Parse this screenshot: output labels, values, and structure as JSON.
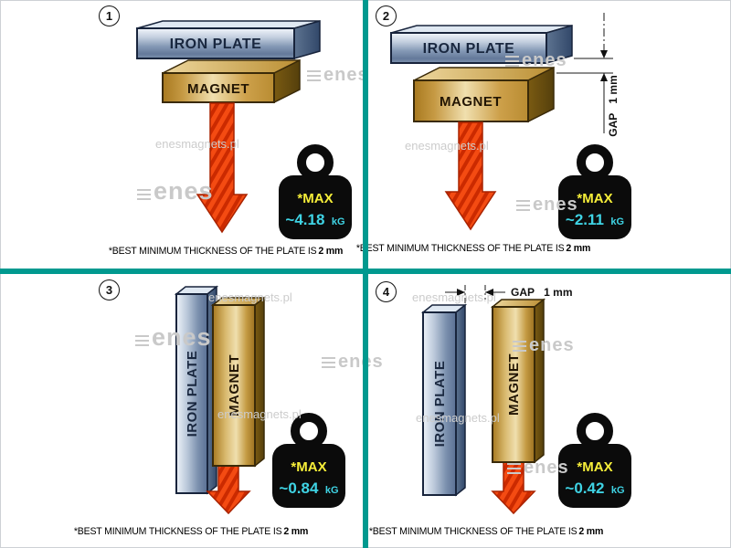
{
  "brand": {
    "logo_text": "enes",
    "site_text": "enesmagnets.pl"
  },
  "colors": {
    "divider_teal": "#00998f",
    "max_yellow": "#f6ee39",
    "value_cyan": "#3fd3e4",
    "arrow_red": "#e03c12",
    "weight_black": "#0b0b0b"
  },
  "panels": [
    {
      "number": "1",
      "iron_plate_label": "IRON PLATE",
      "magnet_label": "MAGNET",
      "max_label": "*MAX",
      "max_value": "~4.18",
      "max_unit": "kG",
      "caption_text": "*BEST MINIMUM THICKNESS OF THE PLATE IS",
      "caption_bold": "2 mm"
    },
    {
      "number": "2",
      "iron_plate_label": "IRON PLATE",
      "magnet_label": "MAGNET",
      "gap_label": "GAP",
      "gap_value": "1 mm",
      "max_label": "*MAX",
      "max_value": "~2.11",
      "max_unit": "kG",
      "caption_text": "*BEST MINIMUM THICKNESS OF THE PLATE IS",
      "caption_bold": "2 mm"
    },
    {
      "number": "3",
      "iron_plate_label": "IRON PLATE",
      "magnet_label": "MAGNET",
      "max_label": "*MAX",
      "max_value": "~0.84",
      "max_unit": "kG",
      "caption_text": "*BEST MINIMUM THICKNESS OF THE PLATE IS",
      "caption_bold": "2 mm"
    },
    {
      "number": "4",
      "iron_plate_label": "IRON PLATE",
      "magnet_label": "MAGNET",
      "gap_label": "GAP",
      "gap_value": "1 mm",
      "max_label": "*MAX",
      "max_value": "~0.42",
      "max_unit": "kG",
      "caption_text": "*BEST MINIMUM THICKNESS OF THE PLATE IS",
      "caption_bold": "2 mm"
    }
  ]
}
